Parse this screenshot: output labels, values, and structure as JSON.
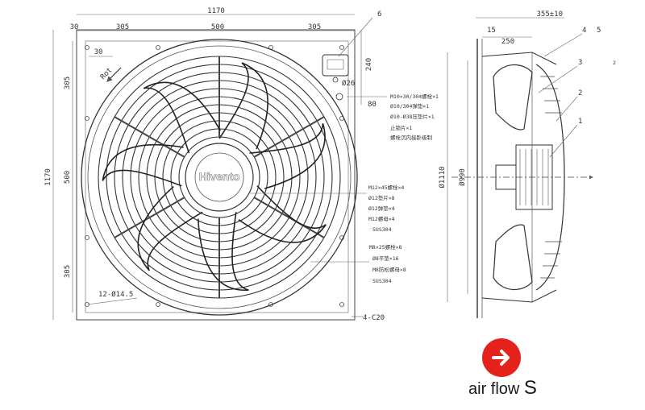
{
  "front_view": {
    "dims": {
      "overall_width": "1170",
      "left_margin": "30",
      "seg_left": "305",
      "seg_mid": "500",
      "seg_right": "305",
      "hole_offset": "30",
      "left_305_top": "305",
      "left_500": "500",
      "left_305_bottom": "305",
      "overall_height": "1170",
      "right_240": "240",
      "right_80": "80",
      "terminal_dia": "Ø26"
    },
    "brand": "Hivento",
    "rotation_label": "Rot",
    "holes_note": "12-Ø14.5",
    "corner_note": "4-C20",
    "balloon_6": "6",
    "notes_top": [
      "M10×30/304螺栓×1",
      "Ø10/304弹垫×1",
      "Ø10-Ø38压垫片×1",
      "止锁片×1",
      "螺栓沉内接卧级制"
    ],
    "notes_mid": [
      "M12×45螺栓×4",
      "Ø12垫片×8",
      "Ø12弹垫×4",
      "M12螺母×4"
    ],
    "notes_mid_material": "SUS304",
    "notes_bottom": [
      "M8×25螺栓×8",
      "Ø8平垫×16",
      "M8防松螺母×8"
    ],
    "notes_bottom_material": "SUS304"
  },
  "side_view": {
    "dims": {
      "depth": "355±10",
      "flange": "15",
      "offset_250": "250",
      "dia_1110": "Ø1110",
      "dia_990": "Ø990"
    },
    "balloons": [
      "4",
      "5",
      "3",
      "2",
      "1"
    ],
    "extra_mark": "2"
  },
  "airflow": {
    "label": "air flow",
    "suffix": "S",
    "icon_color": "#e4211b"
  }
}
